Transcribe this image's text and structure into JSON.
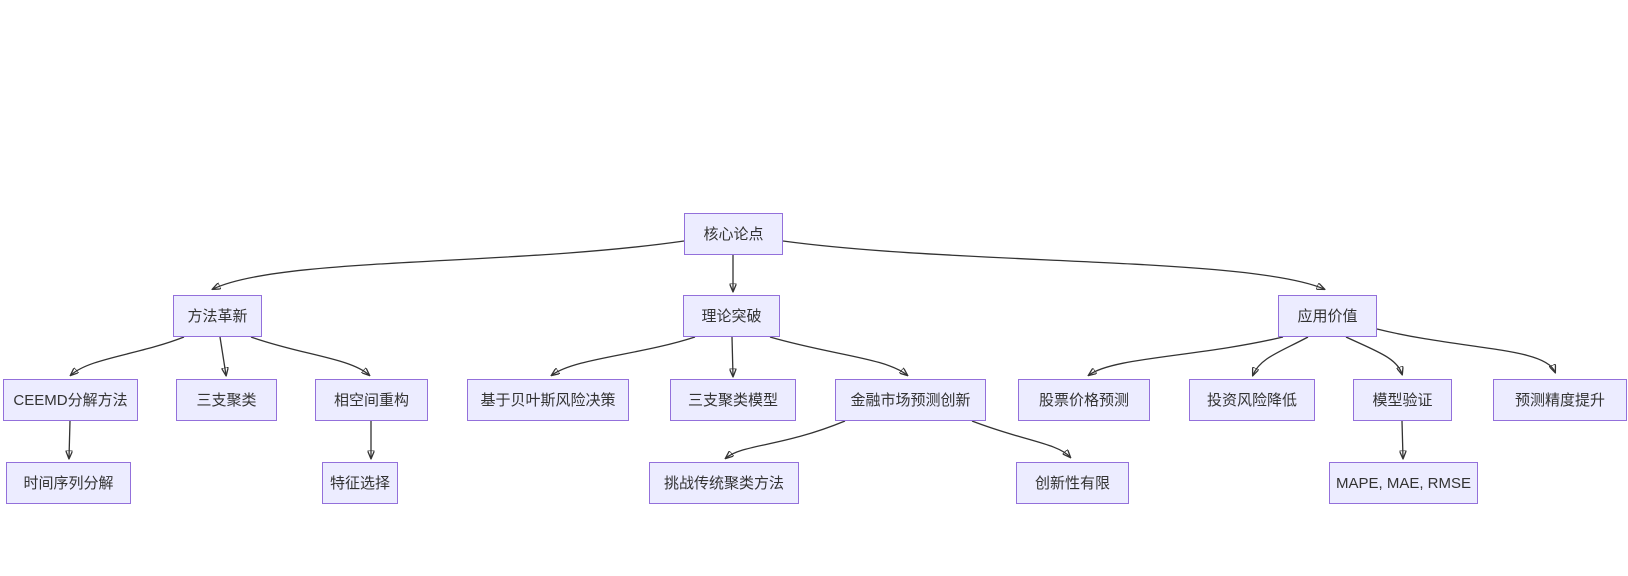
{
  "diagram": {
    "type": "flowchart-top-down",
    "background": "#ffffff",
    "node_style": {
      "fill": "#ECECFF",
      "border": "#9370DB",
      "text_color": "#333333"
    },
    "edge_style": {
      "color": "#333333",
      "arrowhead": "filled-triangle"
    },
    "nodes": {
      "root": {
        "label": "核心论点"
      },
      "method": {
        "label": "方法革新"
      },
      "theory": {
        "label": "理论突破"
      },
      "application": {
        "label": "应用价值"
      },
      "ceemd": {
        "label": "CEEMD分解方法"
      },
      "three_way": {
        "label": "三支聚类"
      },
      "phase_space": {
        "label": "相空间重构"
      },
      "bayes": {
        "label": "基于贝叶斯风险决策"
      },
      "three_way_model": {
        "label": "三支聚类模型"
      },
      "fin_market": {
        "label": "金融市场预测创新"
      },
      "stock_pred": {
        "label": "股票价格预测"
      },
      "risk_reduce": {
        "label": "投资风险降低"
      },
      "model_valid": {
        "label": "模型验证"
      },
      "accuracy": {
        "label": "预测精度提升"
      },
      "time_series": {
        "label": "时间序列分解"
      },
      "feature_sel": {
        "label": "特征选择"
      },
      "challenge": {
        "label": "挑战传统聚类方法"
      },
      "limited": {
        "label": "创新性有限"
      },
      "metrics": {
        "label": "MAPE, MAE, RMSE"
      }
    },
    "edges": [
      {
        "from": "核心论点",
        "to": "方法革新"
      },
      {
        "from": "核心论点",
        "to": "理论突破"
      },
      {
        "from": "核心论点",
        "to": "应用价值"
      },
      {
        "from": "方法革新",
        "to": "CEEMD分解方法"
      },
      {
        "from": "方法革新",
        "to": "三支聚类"
      },
      {
        "from": "方法革新",
        "to": "相空间重构"
      },
      {
        "from": "理论突破",
        "to": "基于贝叶斯风险决策"
      },
      {
        "from": "理论突破",
        "to": "三支聚类模型"
      },
      {
        "from": "理论突破",
        "to": "金融市场预测创新"
      },
      {
        "from": "应用价值",
        "to": "股票价格预测"
      },
      {
        "from": "应用价值",
        "to": "投资风险降低"
      },
      {
        "from": "应用价值",
        "to": "模型验证"
      },
      {
        "from": "应用价值",
        "to": "预测精度提升"
      },
      {
        "from": "CEEMD分解方法",
        "to": "时间序列分解"
      },
      {
        "from": "相空间重构",
        "to": "特征选择"
      },
      {
        "from": "金融市场预测创新",
        "to": "挑战传统聚类方法"
      },
      {
        "from": "金融市场预测创新",
        "to": "创新性有限"
      },
      {
        "from": "模型验证",
        "to": "MAPE, MAE, RMSE"
      }
    ]
  }
}
